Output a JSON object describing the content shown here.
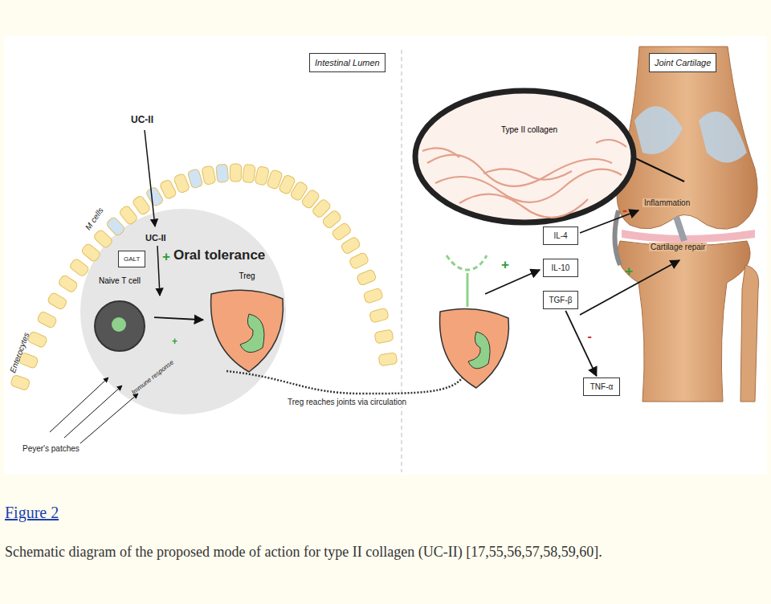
{
  "diagram": {
    "title": "Figure 2",
    "caption": "Schematic diagram of the proposed mode of action for type II collagen (UC-II) [17,55,56,57,58,59,60].",
    "nodes": [
      {
        "text": [
          "Intestinal Lumen"
        ]
      },
      {
        "text": [
          "Joint Cartilage"
        ]
      },
      {
        "text": [
          "GALT"
        ]
      },
      {
        "text": [
          "Naive T cell"
        ]
      },
      {
        "text": [
          "Treg"
        ]
      },
      {
        "text": [
          "Type II collagen"
        ]
      },
      {
        "text": [
          "IL-4"
        ]
      },
      {
        "text": [
          "IL-10"
        ]
      },
      {
        "text": [
          "TGF-β"
        ]
      },
      {
        "text": [
          "TNF-α"
        ]
      }
    ],
    "edges": [
      {
        "from": 3,
        "to": 4,
        "arrow": "to"
      },
      {
        "from": 8,
        "to": 9,
        "arrow": "to",
        "label": "-"
      }
    ],
    "labels": [
      "UC-II",
      "M cells",
      "UC-II",
      "+",
      "Oral tolerance",
      "Enterocytes",
      "+",
      "Immune response",
      "Peyer's patches",
      "Treg reaches joints via circulation",
      "+",
      "Inflammation",
      "-",
      "Cartilage repair",
      "+"
    ]
  }
}
